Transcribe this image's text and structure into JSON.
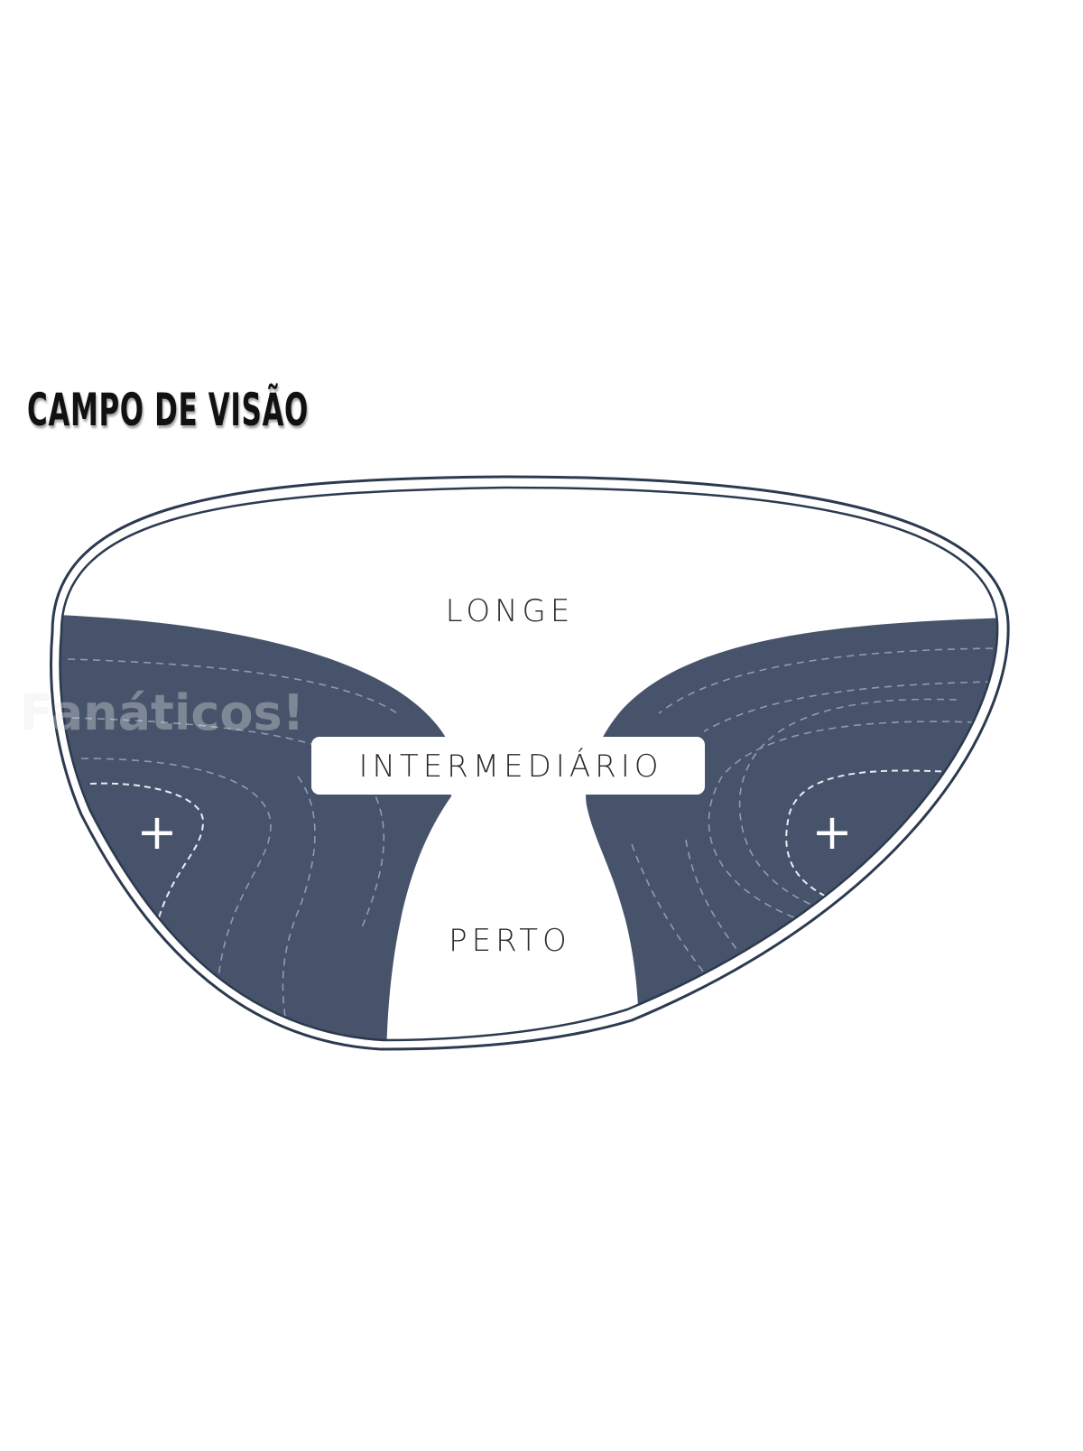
{
  "title": "CAMPO DE VISÃO",
  "zones": {
    "far": "LONGE",
    "intermediate": "INTERMEDIÁRIO",
    "near": "PERTO"
  },
  "markers": {
    "left": "+",
    "right": "+"
  },
  "watermark": "Fanáticos!",
  "colors": {
    "distortion": "#46536a",
    "outline": "#2c3a50",
    "background": "#ffffff"
  }
}
